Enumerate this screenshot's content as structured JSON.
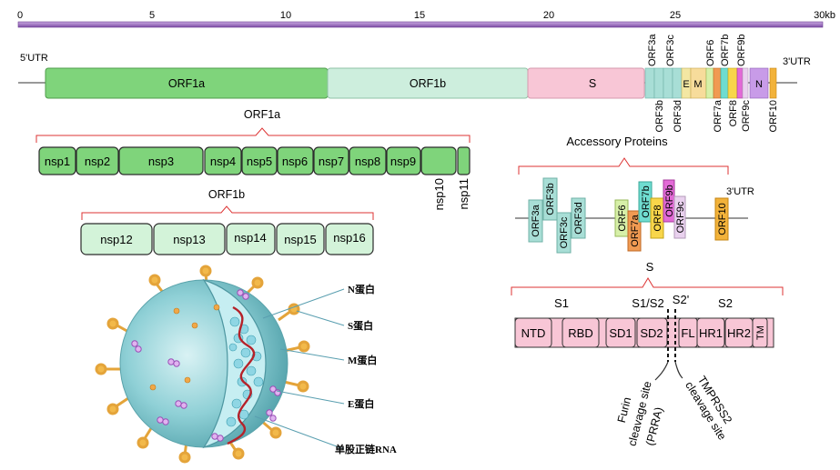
{
  "scale": {
    "ticks": [
      "0",
      "5",
      "10",
      "15",
      "20",
      "25"
    ],
    "end_label": "30kb"
  },
  "genome": {
    "utr5": "5'UTR",
    "utr3": "3'UTR",
    "orf1a": "ORF1a",
    "orf1b": "ORF1b",
    "s": "S",
    "e": "E",
    "m": "M",
    "n": "N",
    "top_labels": [
      "ORF3a",
      "ORF3c",
      "ORF6",
      "ORF7b",
      "ORF9b"
    ],
    "bottom_labels": [
      "ORF3b",
      "ORF3d",
      "ORF7a",
      "ORF8",
      "ORF9c",
      "ORF10"
    ]
  },
  "orf1a_title": "ORF1a",
  "orf1a_nsps": [
    "nsp1",
    "nsp2",
    "nsp3",
    "nsp4",
    "nsp5",
    "nsp6",
    "nsp7",
    "nsp8",
    "nsp9",
    "nsp10",
    "nsp11"
  ],
  "orf1b_title": "ORF1b",
  "orf1b_nsps": [
    "nsp12",
    "nsp13",
    "nsp14",
    "nsp15",
    "nsp16"
  ],
  "accessory": {
    "title": "Accessory Proteins",
    "utr3": "3'UTR",
    "labels": [
      "ORF3a",
      "ORF3b",
      "ORF3c",
      "ORF3d",
      "ORF6",
      "ORF7a",
      "ORF7b",
      "ORF8",
      "ORF9b",
      "ORF9c",
      "ORF10"
    ]
  },
  "spike": {
    "title": "S",
    "s1": "S1",
    "s1s2": "S1/S2",
    "s2prime": "S2'",
    "s2": "S2",
    "domains": [
      "NTD",
      "RBD",
      "SD1",
      "SD2",
      "FL",
      "HR1",
      "HR2",
      "TM"
    ],
    "furin": [
      "Furin",
      "cleavage site",
      "(PRRA)"
    ],
    "tmprss2": [
      "TMPRSS2",
      "cleavage site"
    ]
  },
  "virion": {
    "labels": [
      "N蛋白",
      "S蛋白",
      "M蛋白",
      "E蛋白",
      "单股正链RNA"
    ]
  }
}
